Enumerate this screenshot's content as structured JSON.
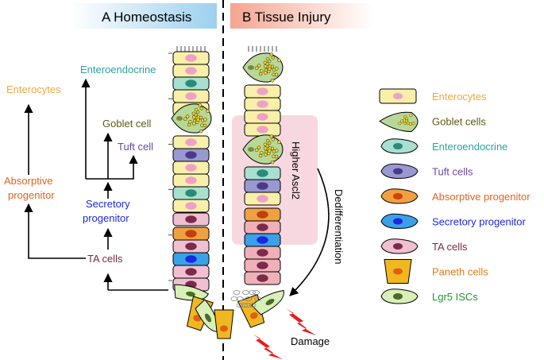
{
  "panels": {
    "a_title": "A  Homeostasis",
    "b_title": "B  Tissue Injury"
  },
  "lineage": {
    "enterocytes": "Enterocytes",
    "enteroendocrine": "Enteroendocrine",
    "goblet": "Goblet cell",
    "tuft": "Tuft cell",
    "absorptive_line1": "Absorptive",
    "absorptive_line2": "progenitor",
    "secretory_line1": "Secretory",
    "secretory_line2": "progenitor",
    "ta": "TA cells"
  },
  "injury": {
    "higher_ascl2": "Higher  Ascl2",
    "dedifferentiation": "Dedifferentiation",
    "damage": "Damage"
  },
  "legend": [
    {
      "label": "Enterocytes",
      "color": "#f0a83c",
      "icon": "enterocyte-icon"
    },
    {
      "label": "Goblet cells",
      "color": "#5c5a14",
      "icon": "goblet-cell-icon"
    },
    {
      "label": "Enteroendocrine",
      "color": "#2aa59c",
      "icon": "enteroendocrine-icon"
    },
    {
      "label": "Tuft cells",
      "color": "#6b48a8",
      "icon": "tuft-cell-icon"
    },
    {
      "label": "Absorptive progenitor",
      "color": "#e0641e",
      "icon": "absorptive-progenitor-icon"
    },
    {
      "label": "Secretory progenitor",
      "color": "#1a28e0",
      "icon": "secretory-progenitor-icon"
    },
    {
      "label": "TA cells",
      "color": "#7a2a4a",
      "icon": "ta-cell-icon"
    },
    {
      "label": "Paneth cells",
      "color": "#e07a14",
      "icon": "paneth-cell-icon"
    },
    {
      "label": "Lgr5 ISCs",
      "color": "#1a9a2a",
      "icon": "lgr5-isc-icon"
    }
  ],
  "colors": {
    "enterocyte_fill": "#f8f0a8",
    "enterocyte_nucleus": "#f0a0c8",
    "enteroendocrine_fill": "#a8e0d0",
    "tuft_fill": "#9a98d0",
    "absorptive_fill": "#f0a040",
    "secretory_fill": "#3aa0e8",
    "ta_fill": "#f0c0d0",
    "paneth_fill": "#f0b820",
    "isc_fill": "#d8f0b8",
    "ascl2_box": "#f8d8e0"
  }
}
